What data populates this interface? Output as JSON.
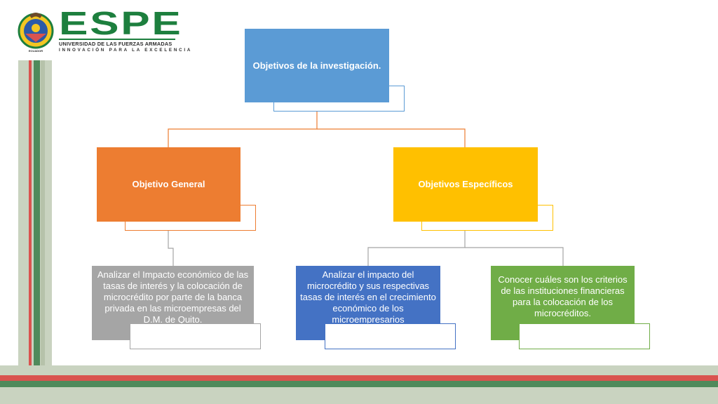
{
  "logo": {
    "wordmark": "ESPE",
    "subtitle": "UNIVERSIDAD DE LAS FUERZAS ARMADAS",
    "tagline": "INNOVACIÓN PARA LA EXCELENCIA",
    "seal_caption": "ECUADOR"
  },
  "diagram": {
    "root": {
      "label": "Objetivos de la investigación.",
      "color": "#5b9bd5"
    },
    "general": {
      "label": "Objetivo General",
      "color": "#ed7d31"
    },
    "specific": {
      "label": "Objetivos Específicos",
      "color": "#ffc000"
    },
    "general_detail": {
      "text": "Analizar el Impacto económico de las tasas de interés y la colocación de microcrédito por parte de la banca privada en las microempresas del D.M. de Quito.",
      "color": "#a5a5a5"
    },
    "specific_detail_1": {
      "text": "Analizar el impacto del microcrédito y sus respectivas tasas de interés en el crecimiento económico de los microempresarios",
      "color": "#4472c4"
    },
    "specific_detail_2": {
      "text": "Conocer cuáles son los criterios de las instituciones financieras para la colocación de los microcréditos.",
      "color": "#70ad47"
    }
  },
  "colors": {
    "brand_green": "#1d7f3e",
    "stripe_red": "#d9534f",
    "stripe_green": "#4f8a5b",
    "stripe_gray": "#c9d3c0"
  }
}
